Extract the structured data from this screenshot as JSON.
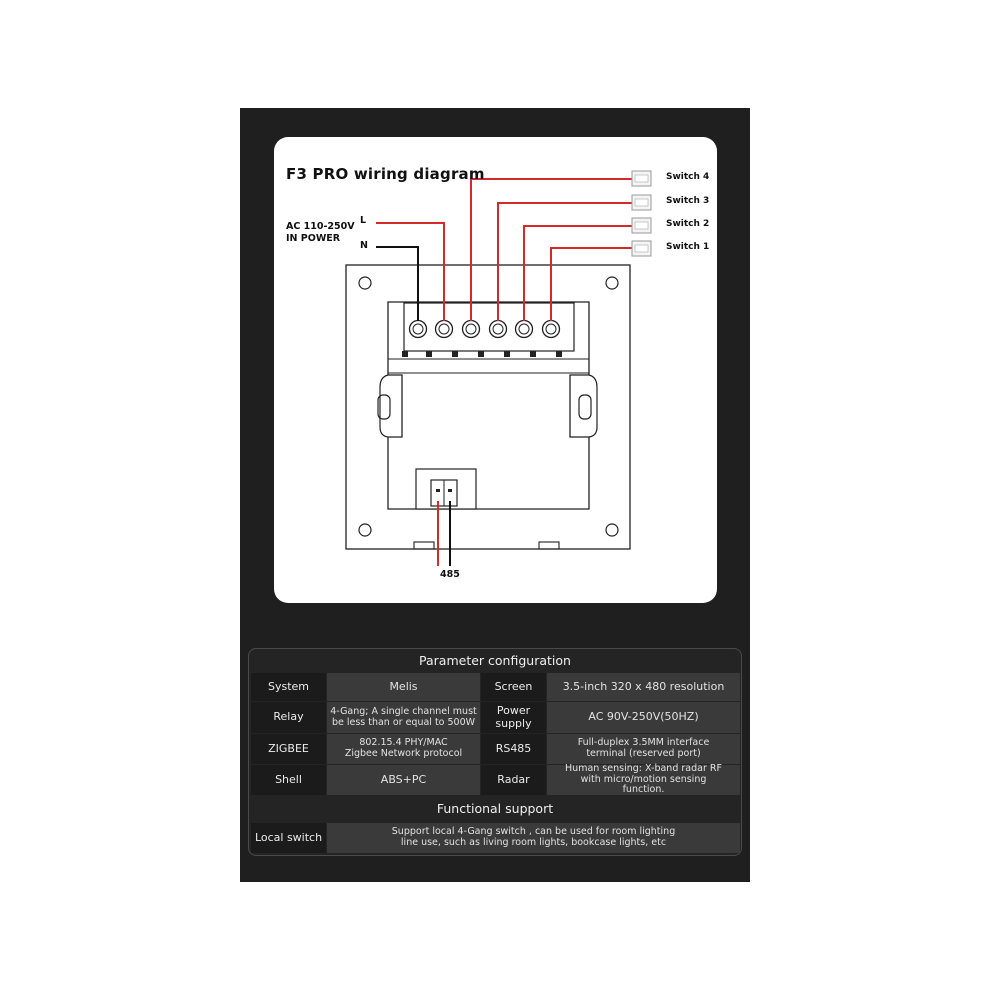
{
  "diagram": {
    "title": "F3 PRO wiring diagram",
    "power_line1": "AC 110-250V",
    "power_line2": "IN POWER",
    "label_L": "L",
    "label_N": "N",
    "label_485": "485",
    "switches": [
      "Switch 4",
      "Switch 3",
      "Switch 2",
      "Switch 1"
    ],
    "wire_color": "#d42a2a"
  },
  "param_table": {
    "title": "Parameter configuration",
    "rows": [
      {
        "k1": "System",
        "v1": "Melis",
        "k2": "Screen",
        "v2": "3.5-inch 320 x 480 resolution"
      },
      {
        "k1": "Relay",
        "v1": "4-Gang; A single channel must be less than or equal to 500W",
        "k2": "Power supply",
        "v2": "AC 90V-250V(50HZ)"
      },
      {
        "k1": "ZIGBEE",
        "v1": "802.15.4 PHY/MAC Zigbee Network protocol",
        "k2": "RS485",
        "v2": "Full-duplex 3.5MM interface terminal (reserved port)"
      },
      {
        "k1": "Shell",
        "v1": "ABS+PC",
        "k2": "Radar",
        "v2": "Human sensing: X-band radar RF with micro/motion sensing function."
      }
    ],
    "func_title": "Functional support",
    "func_row": {
      "k": "Local switch",
      "v": "Support local 4-Gang switch , can be used for room lighting line use, such as living room lights, bookcase lights, etc"
    }
  }
}
